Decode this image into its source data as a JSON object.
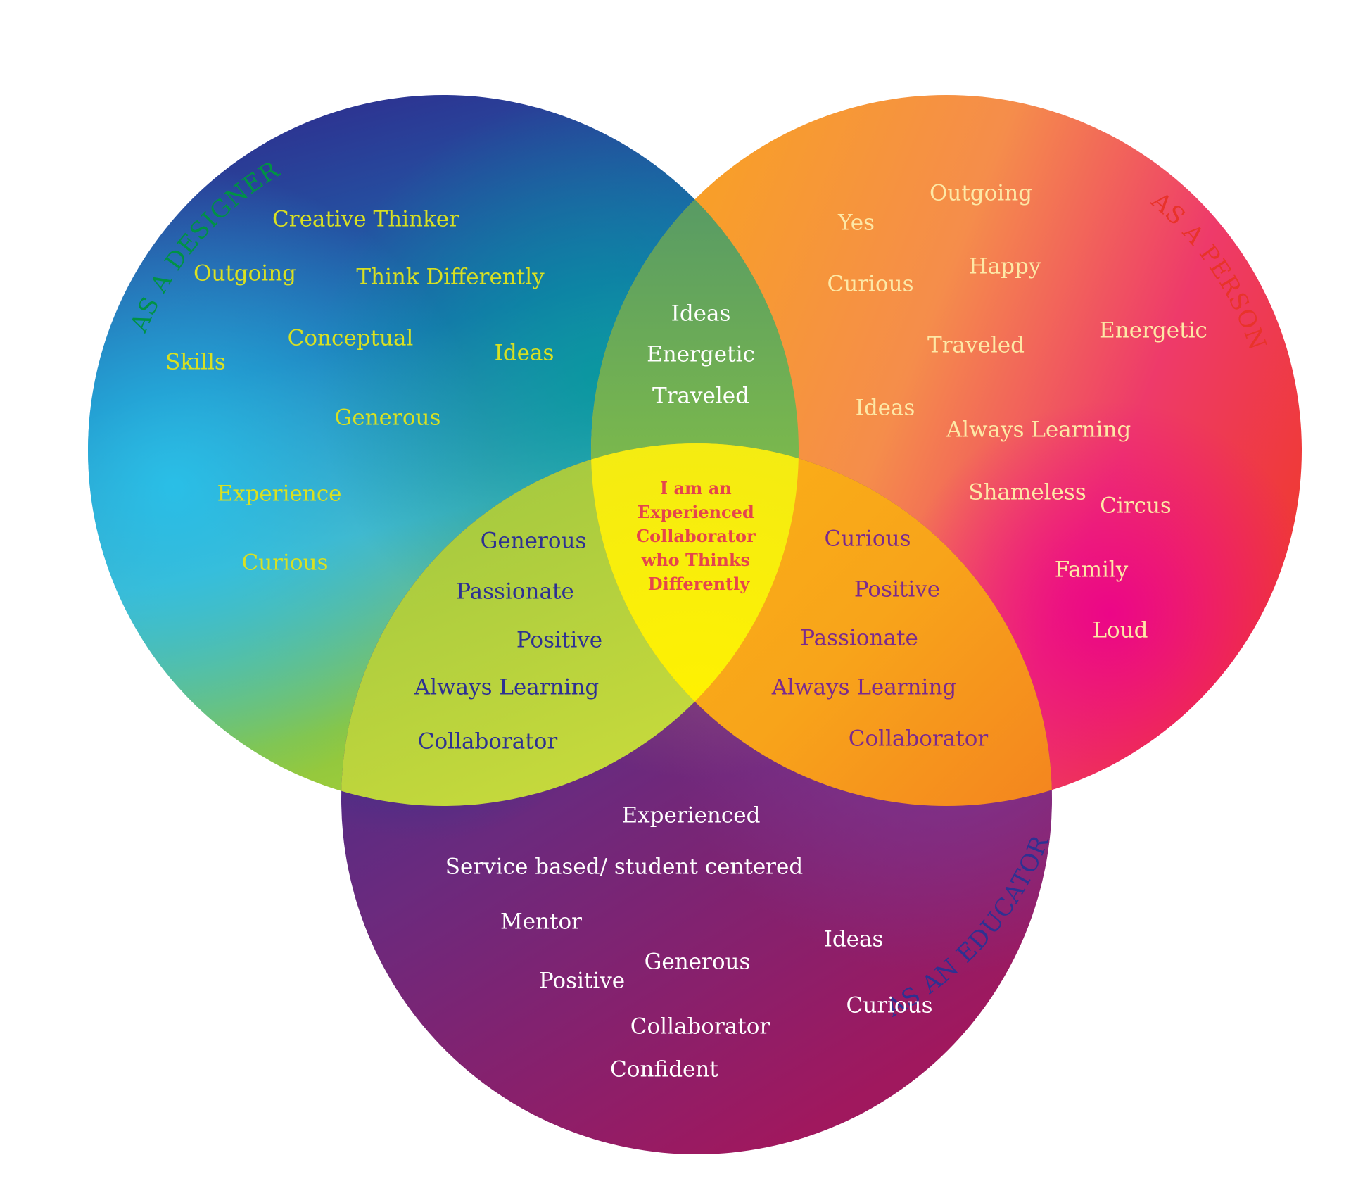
{
  "titles": {
    "designer": "AS A DESIGNER",
    "person": "AS A PERSON",
    "educator": "AS AN EDUCATOR"
  },
  "center_text": [
    "I am an",
    "Experienced",
    "Collaborator",
    "who Thinks",
    "Differently"
  ],
  "regions": {
    "designer_only": [
      "Creative Thinker",
      "Outgoing",
      "Think Differently",
      "Conceptual",
      "Skills",
      "Ideas",
      "Generous",
      "Experience",
      "Curious"
    ],
    "person_only": [
      "Outgoing",
      "Yes",
      "Happy",
      "Curious",
      "Energetic",
      "Traveled",
      "Ideas",
      "Always Learning",
      "Shameless",
      "Circus",
      "Family",
      "Loud"
    ],
    "educator_only": [
      "Experienced",
      "Service based/ student centered",
      "Mentor",
      "Ideas",
      "Generous",
      "Positive",
      "Curious",
      "Collaborator",
      "Confident"
    ],
    "designer_person": [
      "Ideas",
      "Energetic",
      "Traveled"
    ],
    "designer_educator": [
      "Generous",
      "Passionate",
      "Positive",
      "Always Learning",
      "Collaborator"
    ],
    "person_educator": [
      "Curious",
      "Positive",
      "Passionate",
      "Always Learning",
      "Collaborator"
    ]
  },
  "colors": {
    "designer_title": "#009245",
    "person_title": "#e8332a",
    "educator_title": "#2e3192",
    "designer_text": "#d9e021",
    "person_text": "#fde8a6",
    "educator_text": "#ffffff",
    "de_overlap_text": "#2e3192",
    "pe_overlap_text": "#7b2a8e",
    "dp_overlap_text": "#ffffff",
    "center_text": "#e5454c"
  }
}
